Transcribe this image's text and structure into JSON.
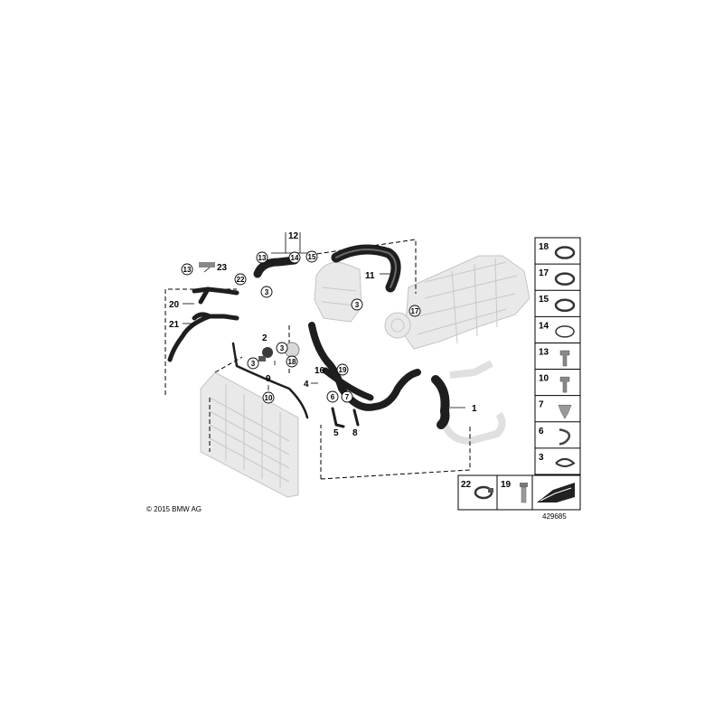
{
  "callouts": {
    "c1": "1",
    "c2": "2",
    "c3a": "3",
    "c3b": "3",
    "c3c": "3",
    "c3d": "3",
    "c4": "4",
    "c5": "5",
    "c6": "6",
    "c7": "7",
    "c8": "8",
    "c9": "9",
    "c10": "10",
    "c11": "11",
    "c12": "12",
    "c13a": "13",
    "c13b": "13",
    "c14": "14",
    "c15": "15",
    "c16": "16",
    "c17": "17",
    "c18": "18",
    "c19": "19",
    "c20": "20",
    "c21": "21",
    "c22": "22",
    "c23": "23"
  },
  "legend": {
    "items": [
      "18",
      "17",
      "15",
      "14",
      "13",
      "10",
      "7",
      "6",
      "3"
    ],
    "bottom_items": [
      "22",
      "19"
    ]
  },
  "footer": {
    "copyright": "© 2015 BMW AG",
    "diagram_number": "429685"
  }
}
